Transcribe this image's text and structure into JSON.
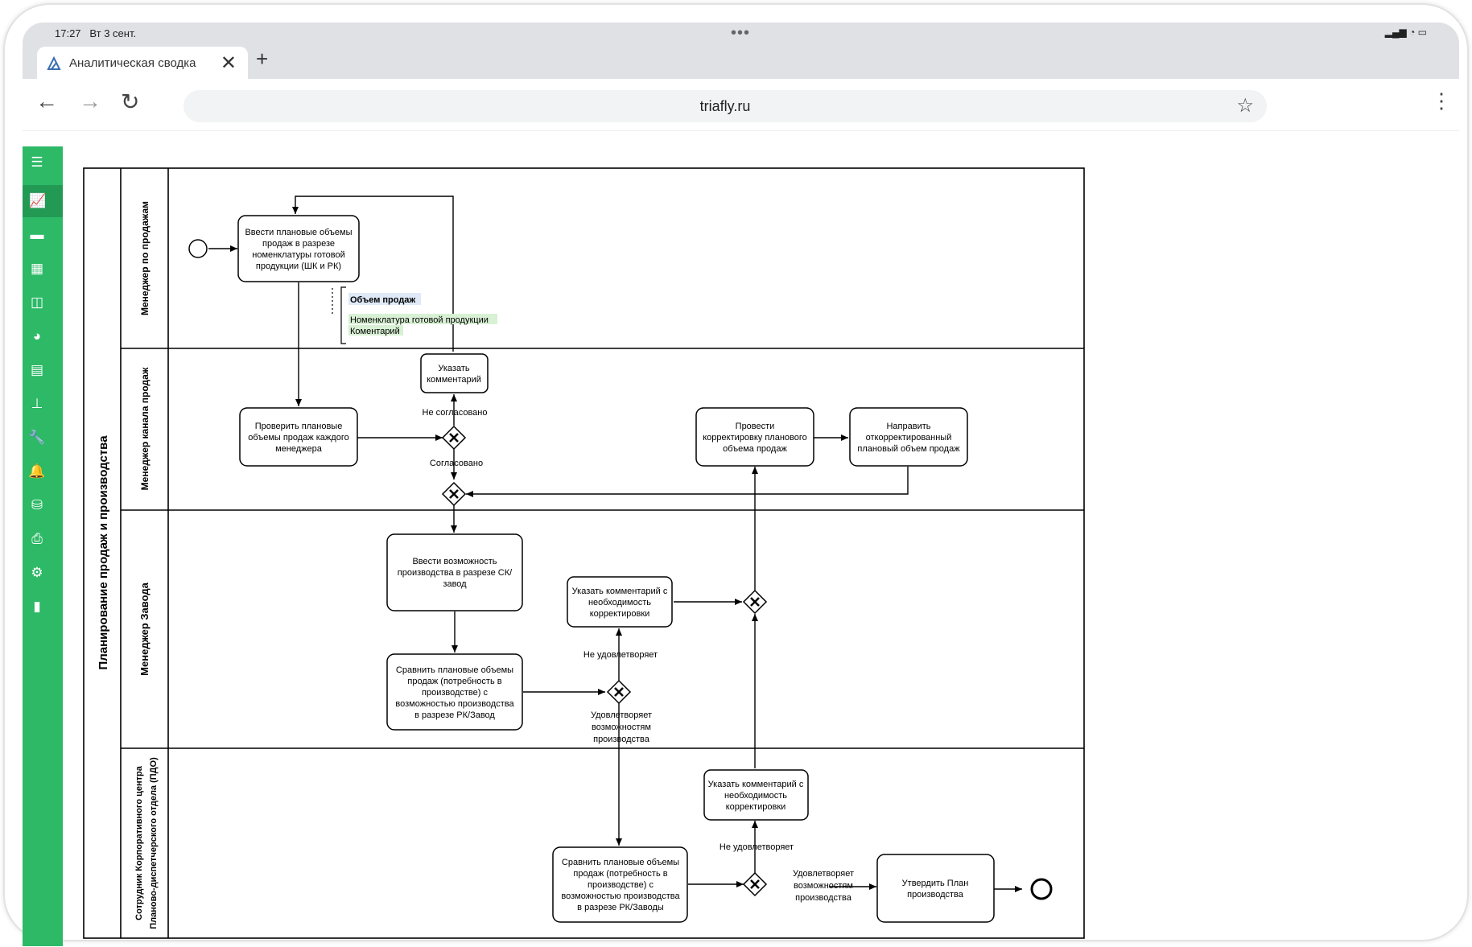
{
  "status": {
    "time": "17:27",
    "date": "Вт 3 сент."
  },
  "browser": {
    "tab_title": "Аналитическая сводка",
    "url": "triafly.ru"
  },
  "sidebar": {
    "items": [
      "list-icon",
      "chart-icon",
      "card-icon",
      "table-icon",
      "columns-icon",
      "gauge-icon",
      "report-icon",
      "hierarchy-icon",
      "wrench-icon",
      "bell-icon",
      "database-icon",
      "print-icon",
      "gear-icon",
      "book-icon"
    ]
  },
  "diagram": {
    "pool_title": "Планирование продаж и производства",
    "lanes": {
      "lane1": "Менеджер по продажам",
      "lane2": "Менеджер канала продаж",
      "lane3": "Менеджер Завода",
      "lane4_line1": "Сотрудник Корпоративного центра",
      "lane4_line2": "Планово-диспетчерского отдела (ПДО)"
    },
    "tasks": {
      "t1": [
        "Ввести плановые объемы",
        "продаж в разрезе",
        "номенклатуры готовой",
        "продукции (ШК и РК)"
      ],
      "t2": [
        "Указать",
        "комментарий"
      ],
      "t3": [
        "Проверить плановые",
        "объемы продаж каждого",
        "менеджера"
      ],
      "t4": [
        "Провести",
        "корректировку планового",
        "объема продаж"
      ],
      "t5": [
        "Направить",
        "откорректированный",
        "плановый объем продаж"
      ],
      "t6": [
        "Ввести возможность",
        "производства в разрезе СК/",
        "завод"
      ],
      "t7": [
        "Указать комментарий с",
        "необходимость",
        "корректировки"
      ],
      "t8": [
        "Сравнить плановые объемы",
        "продаж (потребность в",
        "производстве) с",
        "возможностью производства",
        "в разрезе РК/Завод"
      ],
      "t9": [
        "Указать комментарий с",
        "необходимость",
        "корректировки"
      ],
      "t10": [
        "Сравнить плановые объемы",
        "продаж (потребность в",
        "производстве) с",
        "возможностью производства",
        "в разрезе РК/Заводы"
      ],
      "t11": [
        "Утвердить План",
        "производства"
      ]
    },
    "annotation": {
      "title": "Объем продаж",
      "line1": "Номенклатура готовой продукции",
      "line2": "Коментарий"
    },
    "labels": {
      "not_agreed": "Не согласовано",
      "agreed": "Согласовано",
      "not_satisfy1": "Не удовлетворяет",
      "satisfy1": [
        "Удовлетворяет",
        "возможностям",
        "производства"
      ],
      "not_satisfy2": "Не удовлетворяет",
      "satisfy2": [
        "Удовлетворяет",
        "возможностям",
        "производства"
      ]
    }
  }
}
